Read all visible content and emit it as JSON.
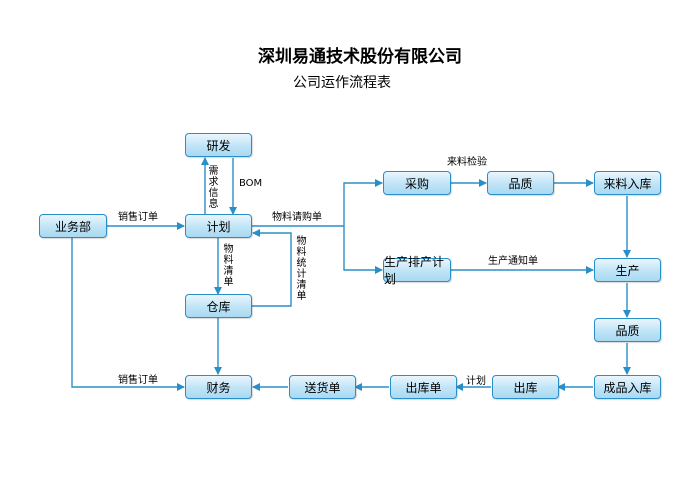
{
  "title": "深圳易通技术股份有限公司",
  "subtitle": "公司运作流程表",
  "nodes": {
    "yanfa": "研发",
    "yewubu": "业务部",
    "jihua": "计划",
    "cangku": "仓库",
    "caiwu": "财务",
    "caigou": "采购",
    "pinzhi1": "品质",
    "laoliao_ruku": "来料入库",
    "shengchan_paichan": "生产排产计划",
    "shengchan": "生产",
    "pinzhi2": "品质",
    "chengpin_ruku": "成品入库",
    "chuku": "出库",
    "chukudan": "出库单",
    "songhuodan": "送货单"
  },
  "edge_labels": {
    "xuqiu": "需求信息",
    "bom": "BOM",
    "xiaoshou_dingdan1": "销售订单",
    "wuliao_qinggou": "物料请购单",
    "wuliao_qingdan": "物料清单",
    "wuliao_tongji": "物料统计清单",
    "laoliao_jianyan": "来料检验",
    "shengchan_tongzhi": "生产通知单",
    "xiaoshou_dingdan2": "销售订单",
    "jihua_edge": "计划"
  },
  "colors": {
    "line": "#2a8fc9",
    "node_border": "#2a8fc9",
    "node_fill": "#bfe4f7"
  }
}
